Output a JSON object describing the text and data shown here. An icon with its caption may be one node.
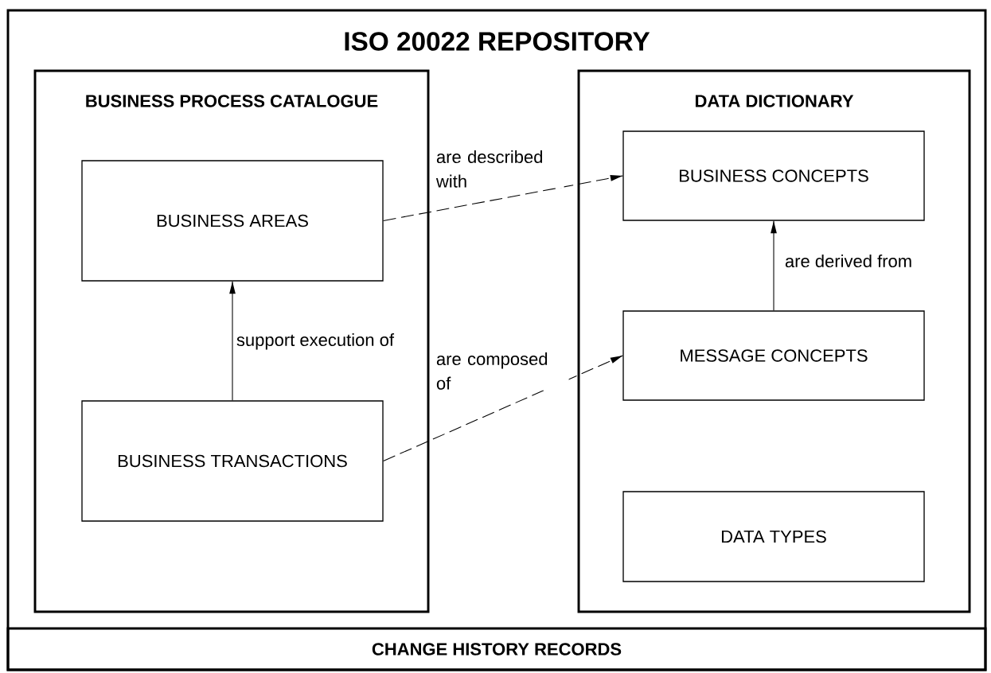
{
  "diagram": {
    "nodes": [
      {
        "text": [
          "ISO 20022 REPOSITORY"
        ]
      },
      {
        "text": [
          "BUSINESS PROCESS CATALOGUE"
        ],
        "in": 0
      },
      {
        "text": [
          "DATA DICTIONARY"
        ],
        "in": 0
      },
      {
        "text": [
          "BUSINESS AREAS"
        ],
        "in": 1
      },
      {
        "text": [
          "BUSINESS TRANSACTIONS"
        ],
        "in": 1
      },
      {
        "text": [
          "BUSINESS CONCEPTS"
        ],
        "in": 2
      },
      {
        "text": [
          "MESSAGE CONCEPTS"
        ],
        "in": 2
      },
      {
        "text": [
          "DATA TYPES"
        ],
        "in": 2
      },
      {
        "text": [
          "CHANGE HISTORY RECORDS"
        ],
        "in": 0
      }
    ],
    "edges": [
      {
        "from": 3,
        "to": 5,
        "arrow": "to",
        "label": "are described with",
        "style": "dashed"
      },
      {
        "from": 4,
        "to": 6,
        "arrow": "to",
        "label": "are composed of",
        "style": "dashed"
      },
      {
        "from": 4,
        "to": 3,
        "arrow": "to",
        "label": "support execution of"
      },
      {
        "from": 6,
        "to": 5,
        "arrow": "to",
        "label": "are derived from"
      }
    ]
  }
}
